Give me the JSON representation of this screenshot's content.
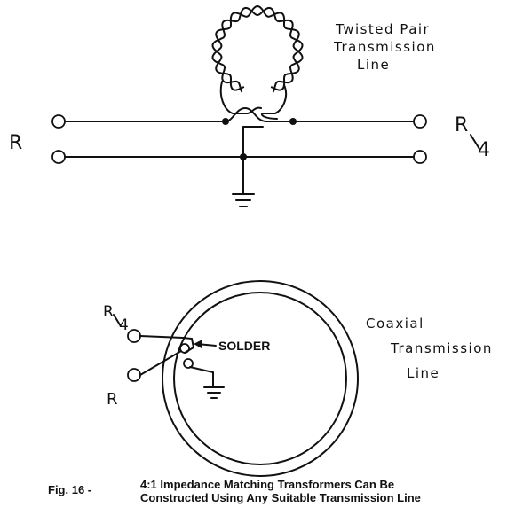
{
  "top_diagram": {
    "line_label": [
      "Twisted Pair",
      "Transmission",
      "Line"
    ],
    "input_label": "R",
    "output_label_num": "R",
    "output_label_den": "4"
  },
  "bottom_diagram": {
    "line_label": [
      "Coaxial",
      "Transmission",
      "Line"
    ],
    "input_top_num": "R",
    "input_top_den": "4",
    "input_bottom_label": "R",
    "solder_label": "SOLDER"
  },
  "caption": {
    "fig_label": "Fig. 16 -",
    "line1": "4:1 Impedance Matching Transformers Can Be",
    "line2": "Constructed Using Any Suitable Transmission Line"
  }
}
